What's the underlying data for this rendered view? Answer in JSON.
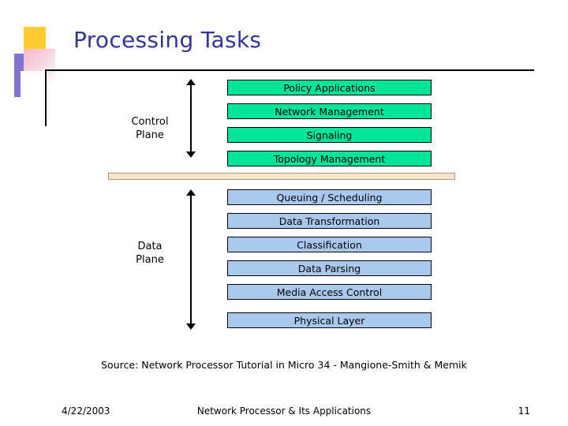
{
  "slide": {
    "title": "Processing Tasks",
    "source": "Source: Network Processor Tutorial in Micro 34 - Mangione-Smith & Memik",
    "footer": {
      "date": "4/22/2003",
      "center": "Network Processor & Its Applications",
      "page": "11"
    }
  },
  "diagram": {
    "planes": [
      {
        "label_line1": "Control",
        "label_line2": "Plane",
        "color": "#00e59a",
        "layers": [
          "Policy Applications",
          "Network Management",
          "Signaling",
          "Topology Management"
        ]
      },
      {
        "label_line1": "Data",
        "label_line2": "Plane",
        "color": "#a8c8ee",
        "layers": [
          "Queuing / Scheduling",
          "Data Transformation",
          "Classification",
          "Data Parsing",
          "Media Access Control",
          "Physical Layer"
        ]
      }
    ],
    "separator_color": "#f6e4cd"
  }
}
